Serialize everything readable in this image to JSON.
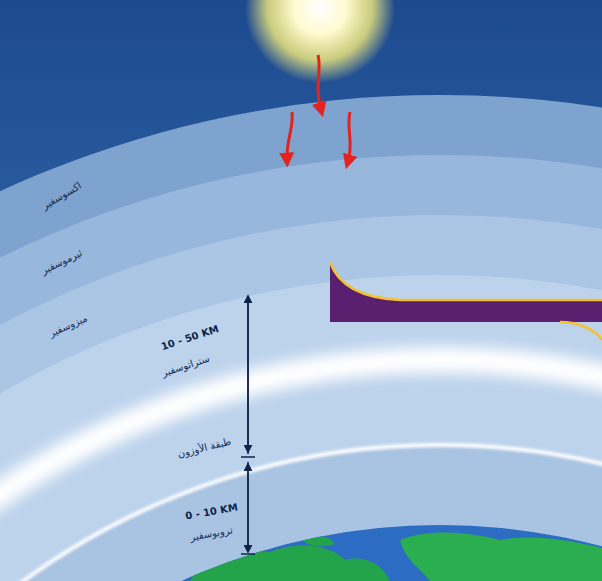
{
  "diagram": {
    "labels": [
      "اكسوسفير",
      "ثيرموسفير",
      "ميزوسفير",
      "10 - 50 KM",
      "ستراتوسفير",
      "طبقة الأوزون",
      "0 - 10 KM",
      "تروبوسفير"
    ]
  }
}
